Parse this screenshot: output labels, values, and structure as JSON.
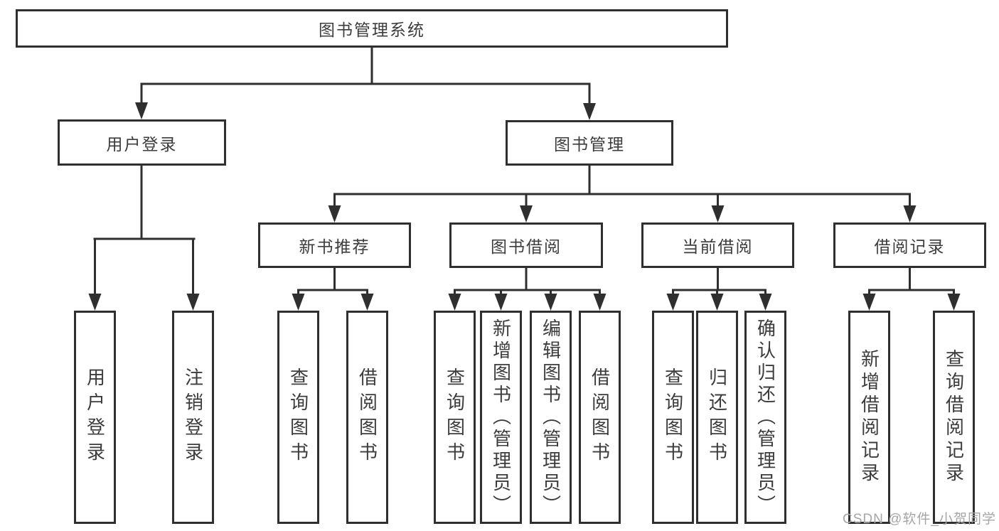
{
  "tree": {
    "root_label": "图书管理系统",
    "branches": [
      {
        "label": "用户登录",
        "children": [
          "用户登录",
          "注销登录"
        ]
      },
      {
        "label": "图书管理",
        "groups": [
          {
            "label": "新书推荐",
            "children": [
              "查询图书",
              "借阅图书"
            ]
          },
          {
            "label": "图书借阅",
            "children": [
              "查询图书",
              "新增图书（管理员）",
              "编辑图书（管理员）",
              "借阅图书"
            ]
          },
          {
            "label": "当前借阅",
            "children": [
              "查询图书",
              "归还图书",
              "确认归还（管理员）"
            ]
          },
          {
            "label": "借阅记录",
            "children": [
              "新增借阅记录",
              "查询借阅记录"
            ]
          }
        ]
      }
    ]
  },
  "watermark": {
    "text": "CSDN @软件_小贺同学"
  },
  "colors": {
    "line": "#2f2f2f",
    "text": "#3c3c3c",
    "watermark": "#a6a6a6",
    "background": "#ffffff"
  }
}
